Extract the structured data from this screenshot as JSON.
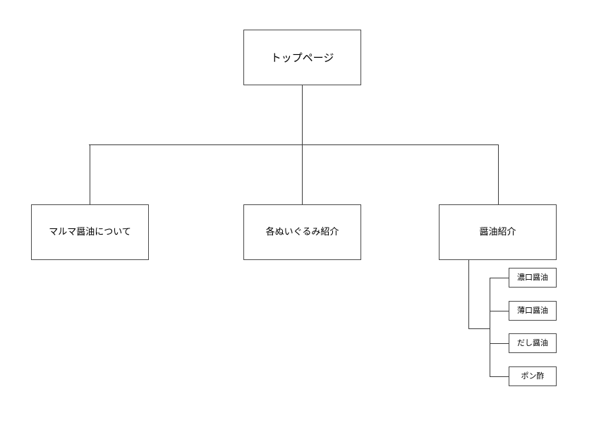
{
  "diagram": {
    "type": "sitemap-tree",
    "background_color": "#ffffff",
    "line_color": "#3c3c3c",
    "border_color": "#4a4a4a",
    "text_color": "#000000",
    "root": {
      "id": "root",
      "label": "トップページ"
    },
    "sections": [
      {
        "id": "about",
        "label": "マルマ醤油について"
      },
      {
        "id": "plush",
        "label": "各ぬいぐるみ紹介"
      },
      {
        "id": "soy",
        "label": "醤油紹介"
      }
    ],
    "soy_children": [
      {
        "id": "koikuchi",
        "label": "濃口醤油"
      },
      {
        "id": "usukuchi",
        "label": "薄口醤油"
      },
      {
        "id": "dashi",
        "label": "だし醤油"
      },
      {
        "id": "ponzu",
        "label": "ポン酢"
      }
    ]
  }
}
